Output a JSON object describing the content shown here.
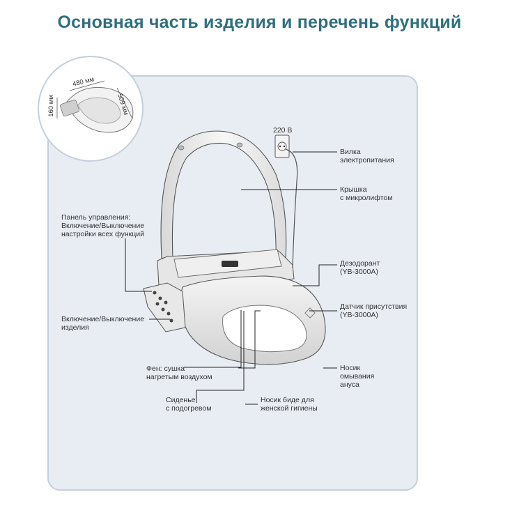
{
  "title": "Основная часть изделия и перечень функций",
  "dimensions": {
    "width": "480 мм",
    "depth": "509 мм",
    "height": "160 мм"
  },
  "voltage": "220 В",
  "labels": {
    "plug": [
      "Вилка",
      "электропитания"
    ],
    "lid": [
      "Крышка",
      "с микролифтом"
    ],
    "control_panel": [
      "Панель управления:",
      "Включение/Выключение",
      "настройки всех функций"
    ],
    "deodorant": [
      "Дезодорант",
      "(YB-3000A)"
    ],
    "sensor": [
      "Датчик присутствия",
      "(YB-3000A)"
    ],
    "power": [
      "Включение/Выключение",
      "изделия"
    ],
    "dryer": [
      "Фен: сушка",
      "нагретым воздухом"
    ],
    "anal_nozzle": [
      "Носик",
      "омывания",
      "ануса"
    ],
    "heated_seat": [
      "Сиденье",
      "с подогревом"
    ],
    "bidet_nozzle": [
      "Носик биде для",
      "женской гигиены"
    ]
  },
  "colors": {
    "title": "#2f6f7e",
    "panel": "#e8edf3",
    "border": "#c4cfdb",
    "line": "#222222"
  }
}
